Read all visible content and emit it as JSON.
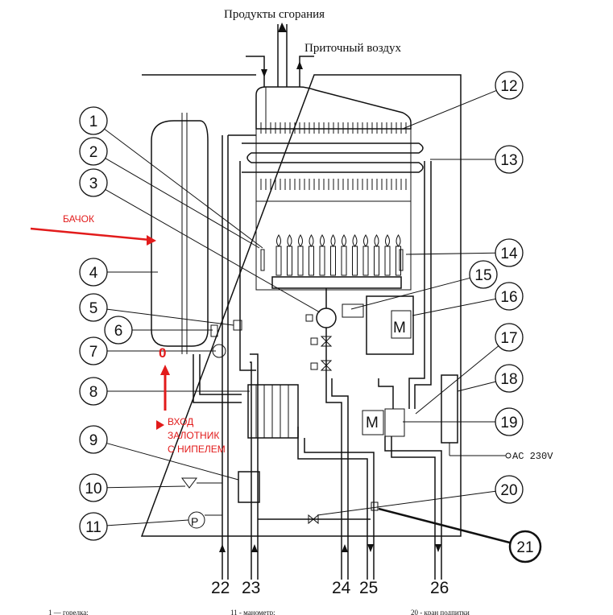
{
  "labels": {
    "exhaust": "Продукты сгорания",
    "intake": "Приточный воздух",
    "tank_note": "БАЧОК",
    "inlet_note": [
      "ВХОД",
      "ЗАЛОТНИК",
      "С НИПЕЛЕМ"
    ],
    "power": "AC  230V",
    "inlet_marker": "0"
  },
  "callouts": [
    "1",
    "2",
    "3",
    "4",
    "5",
    "6",
    "7",
    "8",
    "9",
    "10",
    "11",
    "12",
    "13",
    "14",
    "15",
    "16",
    "17",
    "18",
    "19",
    "20",
    "21"
  ],
  "pipe_numbers": [
    "22",
    "23",
    "24",
    "25",
    "26"
  ],
  "footer": [
    "1 — горелка;",
    "11 - манометр;",
    "20 - кран подпитки"
  ],
  "colors": {
    "line": "#111111",
    "annotation": "#e21b1b"
  }
}
